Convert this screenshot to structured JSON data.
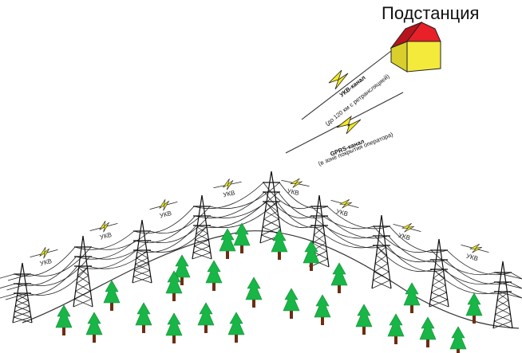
{
  "title": "Подстанция",
  "channels": {
    "ukv": {
      "label": "УКВ-канал",
      "note": "(до 120 км с ретрансляцией)"
    },
    "gprs": {
      "label": "GPRS-канал",
      "note": "(в зоне покрытия оператора)"
    }
  },
  "tower_link_label": "УКВ",
  "colors": {
    "roof": "#e8202a",
    "wall": "#f4ea3c",
    "tree": "#18b646",
    "trunk": "#6b2e12",
    "lightning": "#f2ea1e",
    "line": "#222222"
  },
  "icons": {
    "building": "substation-house-icon",
    "tower": "power-tower-icon",
    "tree": "tree-icon",
    "signal": "lightning-icon"
  }
}
